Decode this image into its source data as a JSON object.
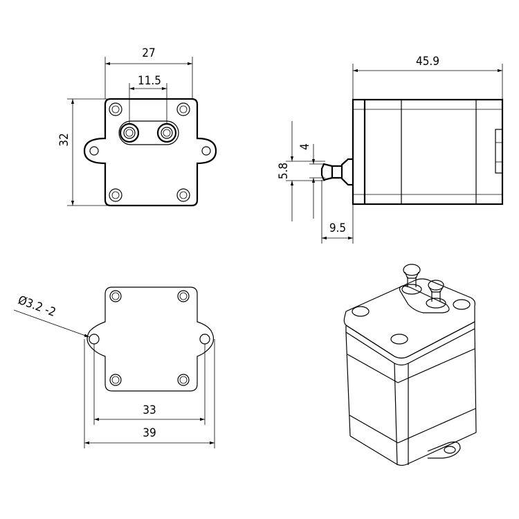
{
  "dimensions": {
    "front_width": "27",
    "port_spacing": "11.5",
    "front_height": "32",
    "body_length": "45.9",
    "fitting_inner": "4",
    "fitting_outer": "5.8",
    "fitting_length": "9.5",
    "hole_spec": "Ø3.2 -2",
    "hole_spacing": "33",
    "mount_width": "39"
  },
  "colors": {
    "line": "#000000",
    "background": "#ffffff"
  }
}
